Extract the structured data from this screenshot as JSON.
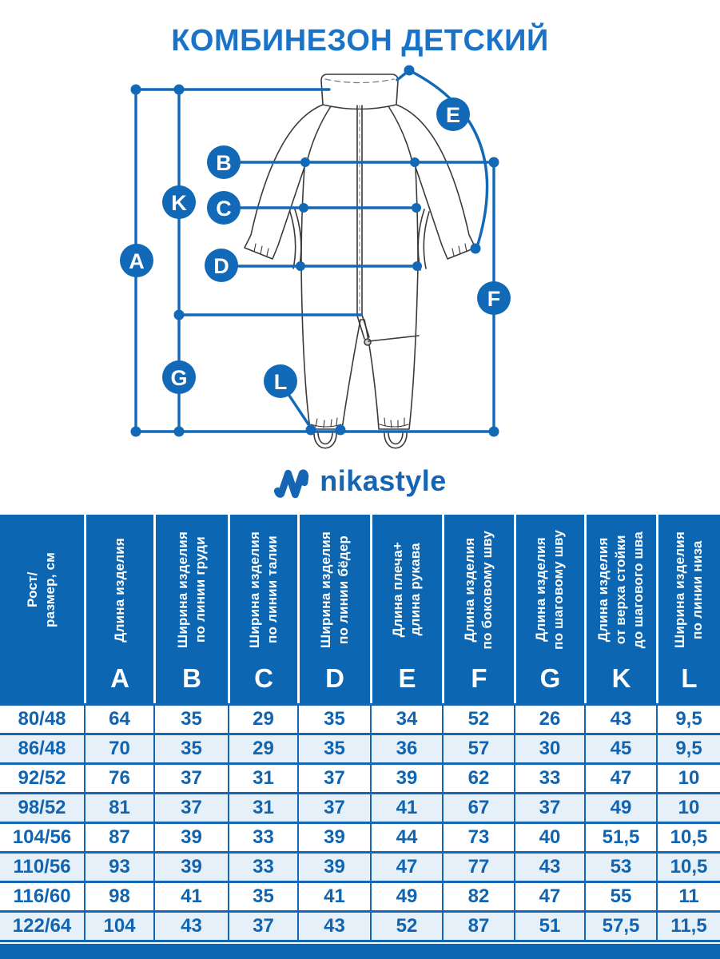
{
  "title": "КОМБИНЕЗОН ДЕТСКИЙ",
  "logo": {
    "text": "nikastyle"
  },
  "colors": {
    "brand_blue": "#1169b8",
    "title_blue": "#1973c9",
    "header_bg": "#0d66b2",
    "row_alt_bg": "#e6f0f9",
    "cell_text": "#1164b0",
    "border": "#1467b2"
  },
  "diagram": {
    "markers": [
      "A",
      "B",
      "C",
      "D",
      "E",
      "F",
      "G",
      "K",
      "L"
    ]
  },
  "table": {
    "row_header_label": "Рост/\nразмер, см",
    "columns": [
      {
        "letter": "A",
        "label": "Длина изделия"
      },
      {
        "letter": "B",
        "label": "Ширина изделия\nпо линии груди"
      },
      {
        "letter": "C",
        "label": "Ширина изделия\nпо линии талии"
      },
      {
        "letter": "D",
        "label": "Ширина изделия\nпо линии бёдер"
      },
      {
        "letter": "E",
        "label": "Длина плеча+\nдлина рукава"
      },
      {
        "letter": "F",
        "label": "Длина изделия\nпо боковому шву"
      },
      {
        "letter": "G",
        "label": "Длина изделия\nпо шаговому шву"
      },
      {
        "letter": "K",
        "label": "Длина изделия\nот верха стойки\nдо шагового шва"
      },
      {
        "letter": "L",
        "label": "Ширина изделия\nпо линии низа"
      }
    ],
    "rows": [
      {
        "size": "80/48",
        "values": [
          "64",
          "35",
          "29",
          "35",
          "34",
          "52",
          "26",
          "43",
          "9,5"
        ]
      },
      {
        "size": "86/48",
        "values": [
          "70",
          "35",
          "29",
          "35",
          "36",
          "57",
          "30",
          "45",
          "9,5"
        ]
      },
      {
        "size": "92/52",
        "values": [
          "76",
          "37",
          "31",
          "37",
          "39",
          "62",
          "33",
          "47",
          "10"
        ]
      },
      {
        "size": "98/52",
        "values": [
          "81",
          "37",
          "31",
          "37",
          "41",
          "67",
          "37",
          "49",
          "10"
        ]
      },
      {
        "size": "104/56",
        "values": [
          "87",
          "39",
          "33",
          "39",
          "44",
          "73",
          "40",
          "51,5",
          "10,5"
        ]
      },
      {
        "size": "110/56",
        "values": [
          "93",
          "39",
          "33",
          "39",
          "47",
          "77",
          "43",
          "53",
          "10,5"
        ]
      },
      {
        "size": "116/60",
        "values": [
          "98",
          "41",
          "35",
          "41",
          "49",
          "82",
          "47",
          "55",
          "11"
        ]
      },
      {
        "size": "122/64",
        "values": [
          "104",
          "43",
          "37",
          "43",
          "52",
          "87",
          "51",
          "57,5",
          "11,5"
        ]
      }
    ]
  }
}
